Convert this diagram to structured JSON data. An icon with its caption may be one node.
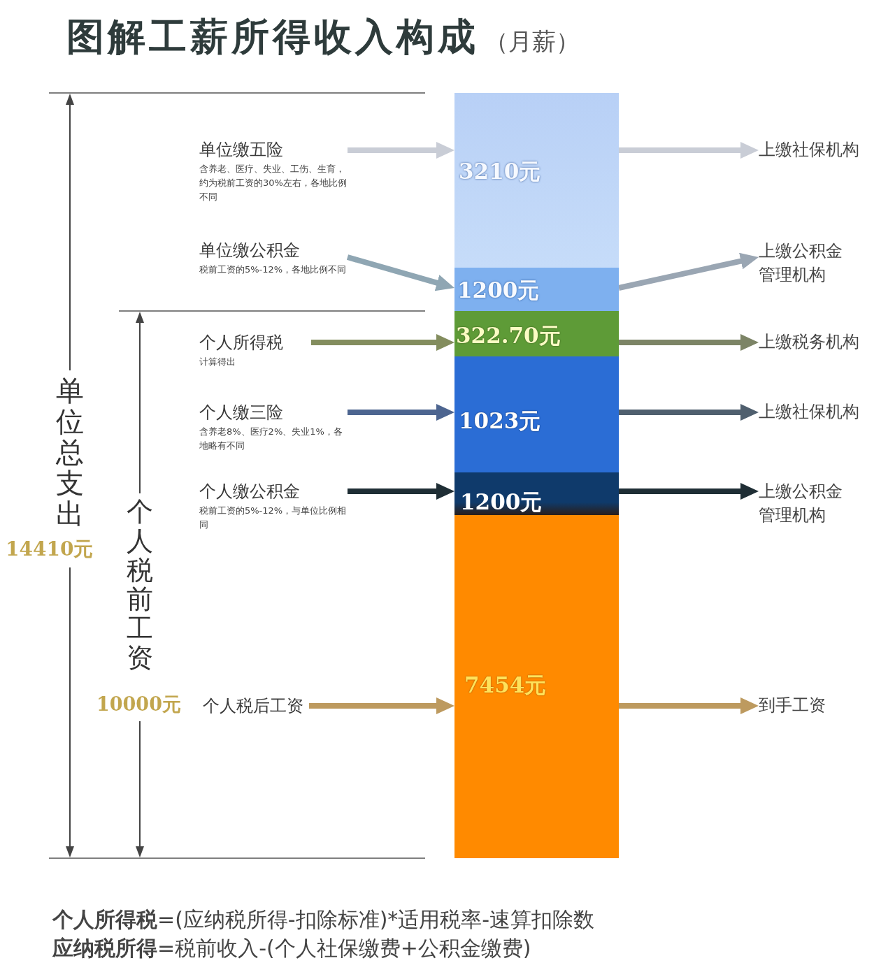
{
  "diagram": {
    "title": "图解工薪所得收入构成",
    "nodes": [
      {
        "text": [
          "单位缴五险",
          "含养老、医疗、失业、工伤、生育，约为税前工资的30%左右，各地比例不同"
        ]
      },
      {
        "text": [
          "单位缴公积金",
          "税前工资的5%-12%，各地比例不同"
        ]
      },
      {
        "text": [
          "个人所得税",
          "计算得出"
        ]
      },
      {
        "text": [
          "个人缴三险",
          "含养老8%、医疗2%、失业1%，各地略有不同"
        ]
      },
      {
        "text": [
          "个人缴公积金",
          "税前工资的5%-12%，与单位比例相同"
        ]
      },
      {
        "text": [
          "个人税后工资"
        ]
      },
      {
        "text": [
          "3210元"
        ]
      },
      {
        "text": [
          "1200元"
        ]
      },
      {
        "text": [
          "322.70元"
        ]
      },
      {
        "text": [
          "1023元"
        ]
      },
      {
        "text": [
          "1200元"
        ]
      },
      {
        "text": [
          "7454元"
        ]
      },
      {
        "text": [
          "上缴社保机构"
        ]
      },
      {
        "text": [
          "上缴公积金管理机构"
        ]
      },
      {
        "text": [
          "上缴税务机构"
        ]
      },
      {
        "text": [
          "上缴社保机构"
        ]
      },
      {
        "text": [
          "上缴公积金管理机构"
        ]
      },
      {
        "text": [
          "到手工资"
        ]
      }
    ],
    "edges": [
      {
        "from": 0,
        "to": 6,
        "arrow": "to",
        "color": "#c9cdd6"
      },
      {
        "from": 1,
        "to": 7,
        "arrow": "to",
        "color": "#8fa6b3"
      },
      {
        "from": 2,
        "to": 8,
        "arrow": "to",
        "color": "#838d5e"
      },
      {
        "from": 3,
        "to": 9,
        "arrow": "to",
        "color": "#4d6590"
      },
      {
        "from": 4,
        "to": 10,
        "arrow": "to",
        "color": "#1f2e35"
      },
      {
        "from": 5,
        "to": 11,
        "arrow": "to",
        "color": "#bd9a5f"
      },
      {
        "from": 6,
        "to": 12,
        "arrow": "to",
        "color": "#c9cdd6"
      },
      {
        "from": 7,
        "to": 13,
        "arrow": "to",
        "color": "#9aa6b3"
      },
      {
        "from": 8,
        "to": 14,
        "arrow": "to",
        "color": "#7c8466"
      },
      {
        "from": 9,
        "to": 15,
        "arrow": "to",
        "color": "#4f5f6e"
      },
      {
        "from": 10,
        "to": 16,
        "arrow": "to",
        "color": "#1f2e35"
      },
      {
        "from": 11,
        "to": 17,
        "arrow": "to",
        "color": "#bd9a5f"
      }
    ],
    "labels": [
      "（月薪）",
      "单位总支出",
      "14410元",
      "个人税前工资",
      "10000元",
      "**个人所得税**=(应纳税所得-扣除标准)*适用税率-速算扣除数",
      "**应纳税所得**=税前收入-(个人社保缴费+公积金缴费)"
    ]
  }
}
